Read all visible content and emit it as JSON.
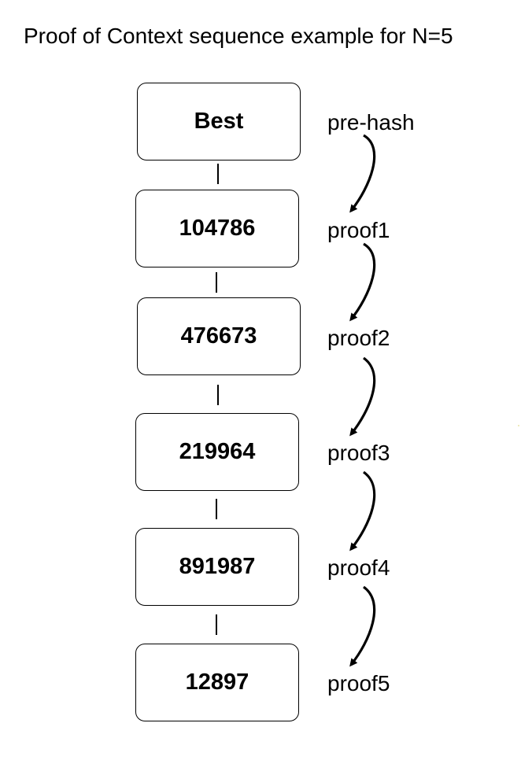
{
  "title": "Proof of Context sequence example for N=5",
  "blocks": [
    {
      "label": "Best",
      "proof": "pre-hash"
    },
    {
      "label": "104786",
      "proof": "proof1"
    },
    {
      "label": "476673",
      "proof": "proof2"
    },
    {
      "label": "219964",
      "proof": "proof3"
    },
    {
      "label": "891987",
      "proof": "proof4"
    },
    {
      "label": "12897",
      "proof": "proof5"
    }
  ]
}
